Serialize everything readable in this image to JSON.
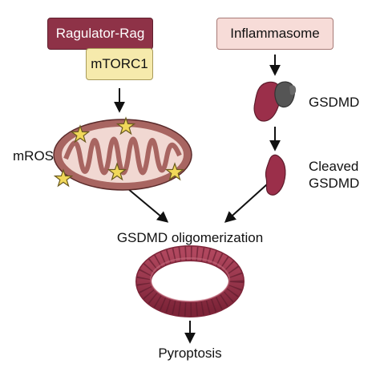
{
  "boxes": {
    "ragulator_rag": "Ragulator-Rag",
    "mtorc1": "mTORC1",
    "inflammasome": "Inflammasome"
  },
  "labels": {
    "mros": "mROS",
    "gsdmd": "GSDMD",
    "cleaved": "Cleaved",
    "cleaved_gsdmd": "GSDMD",
    "oligomerization": "GSDMD oligomerization",
    "pyroptosis": "Pyroptosis"
  },
  "colors": {
    "ragulator_fill": "#8e3247",
    "mtorc1_fill": "#f6eaac",
    "inflammasome_fill": "#f7dcd8",
    "mito_outer": "#a86561",
    "mito_inner": "#f1d8d2",
    "gsdmd_protein": "#9b2f4a",
    "inflammasome_protein": "#555555",
    "star": "#f1d85a"
  }
}
